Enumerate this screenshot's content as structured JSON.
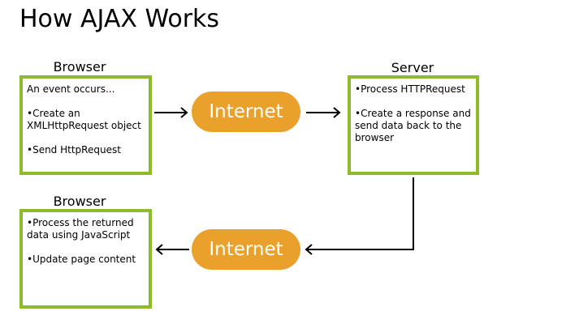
{
  "title": "How AJAX Works",
  "colors": {
    "box_border": "#8dbb2c",
    "pill_fill": "#e9a12c",
    "pill_text": "#ffffff",
    "arrow": "#000000"
  },
  "top_row": {
    "browser_box": {
      "caption": "Browser",
      "line1": "An event occurs...",
      "item1_line1": "Create an",
      "item1_line2": "XMLHttpRequest object",
      "item2": "Send HttpRequest"
    },
    "internet_label": "Internet",
    "server_box": {
      "caption": "Server",
      "item1": "Process HTTPRequest",
      "item2_line1": "Create a response and",
      "item2_line2": "send data back to the",
      "item2_line3": "browser"
    }
  },
  "bottom_row": {
    "browser_box": {
      "caption": "Browser",
      "item1_line1": "Process the returned",
      "item1_line2": "data using JavaScript",
      "item2": "Update page content"
    },
    "internet_label": "Internet"
  }
}
